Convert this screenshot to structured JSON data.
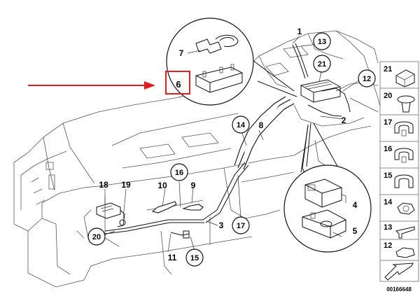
{
  "diagram": {
    "callouts": [
      {
        "id": "p1",
        "text": "1",
        "boxed": false,
        "circled": false
      },
      {
        "id": "p2",
        "text": "2",
        "boxed": false,
        "circled": false
      },
      {
        "id": "p3",
        "text": "3",
        "boxed": false,
        "circled": false
      },
      {
        "id": "p4",
        "text": "4",
        "boxed": false,
        "circled": false
      },
      {
        "id": "p5",
        "text": "5",
        "boxed": false,
        "circled": false
      },
      {
        "id": "p6",
        "text": "6",
        "boxed": true,
        "circled": false
      },
      {
        "id": "p7",
        "text": "7",
        "boxed": false,
        "circled": false
      },
      {
        "id": "p8",
        "text": "8",
        "boxed": false,
        "circled": false
      },
      {
        "id": "p9",
        "text": "9",
        "boxed": false,
        "circled": false
      },
      {
        "id": "p10",
        "text": "10",
        "boxed": false,
        "circled": false
      },
      {
        "id": "p11",
        "text": "11",
        "boxed": false,
        "circled": false
      },
      {
        "id": "p12",
        "text": "12",
        "boxed": false,
        "circled": true
      },
      {
        "id": "p13",
        "text": "13",
        "boxed": false,
        "circled": true
      },
      {
        "id": "p14",
        "text": "14",
        "boxed": false,
        "circled": true
      },
      {
        "id": "p15",
        "text": "15",
        "boxed": false,
        "circled": true
      },
      {
        "id": "p16",
        "text": "16",
        "boxed": false,
        "circled": true
      },
      {
        "id": "p17",
        "text": "17",
        "boxed": false,
        "circled": true
      },
      {
        "id": "p18",
        "text": "18",
        "boxed": false,
        "circled": false
      },
      {
        "id": "p19",
        "text": "19",
        "boxed": false,
        "circled": false
      },
      {
        "id": "p20",
        "text": "20",
        "boxed": false,
        "circled": true
      },
      {
        "id": "p21",
        "text": "21",
        "boxed": false,
        "circled": true
      }
    ],
    "legend": [
      "21",
      "20",
      "17",
      "16",
      "15",
      "14",
      "13",
      "12"
    ],
    "drawing_number": "00166648",
    "colors": {
      "highlight": "#e02020",
      "line": "#111111",
      "legend_border": "#888888"
    }
  }
}
